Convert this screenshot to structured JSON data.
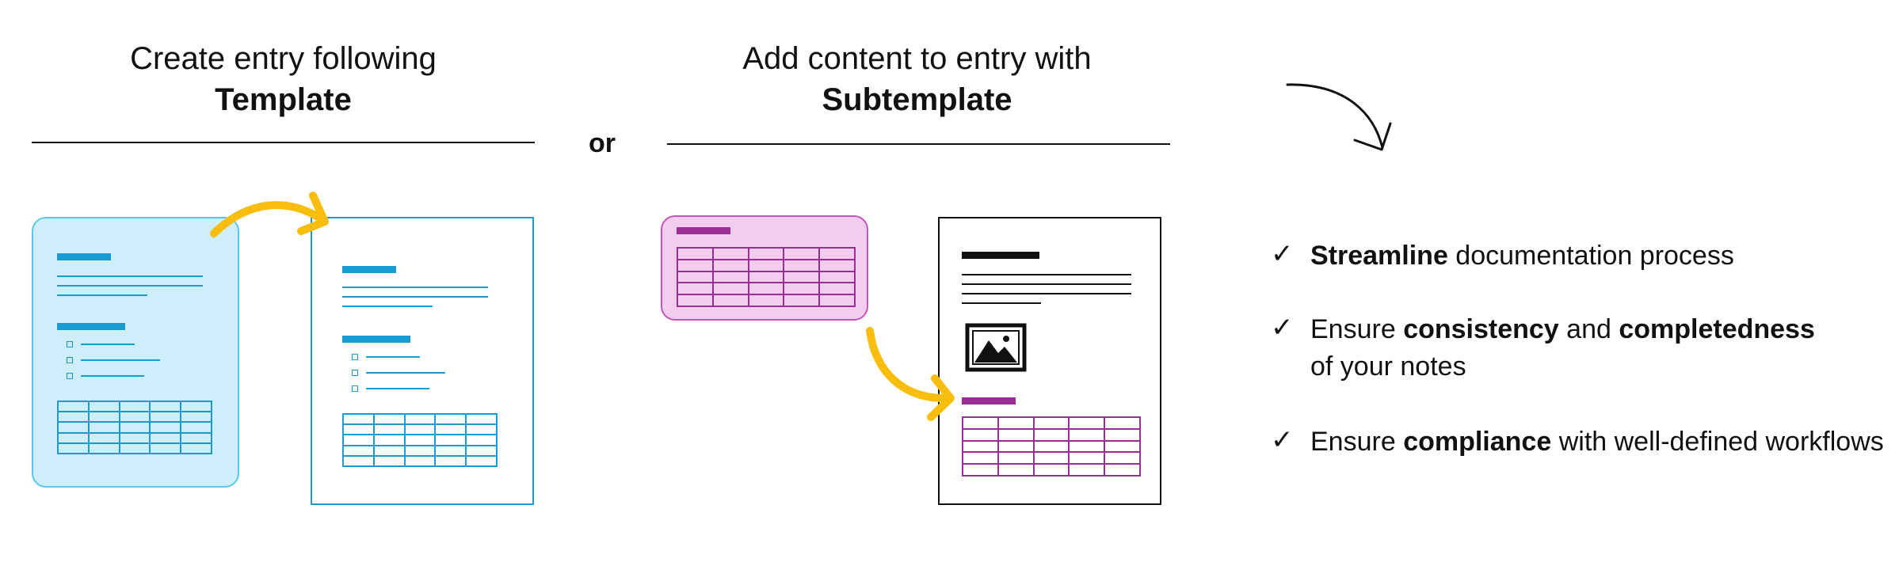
{
  "headings": {
    "template": {
      "line1": "Create entry following",
      "line2": "Template"
    },
    "subtemplate": {
      "line1": "Add content to entry with",
      "line2": "Subtemplate"
    },
    "or": "or"
  },
  "colors": {
    "template_blue": "#189ad3",
    "template_fill": "#cdeefa",
    "subtemplate_purple": "#9b2e94",
    "subtemplate_fill": "#f2cdee",
    "arrow_yellow": "#f9bd0e"
  },
  "icons": [
    "curved-arrow-icon",
    "checkmark-icon",
    "image-icon"
  ],
  "benefits": [
    {
      "check": "✓",
      "parts": [
        {
          "t": "Streamline",
          "b": true
        },
        {
          "t": " documentation process",
          "b": false
        }
      ]
    },
    {
      "check": "✓",
      "parts": [
        {
          "t": "Ensure ",
          "b": false
        },
        {
          "t": "consistency",
          "b": true
        },
        {
          "t": " and ",
          "b": false
        },
        {
          "t": "completedness",
          "b": true
        },
        {
          "t": " of your notes",
          "b": false
        }
      ]
    },
    {
      "check": "✓",
      "parts": [
        {
          "t": "Ensure ",
          "b": false
        },
        {
          "t": "compliance",
          "b": true
        },
        {
          "t": " with well-defined workflows",
          "b": false
        }
      ]
    }
  ]
}
